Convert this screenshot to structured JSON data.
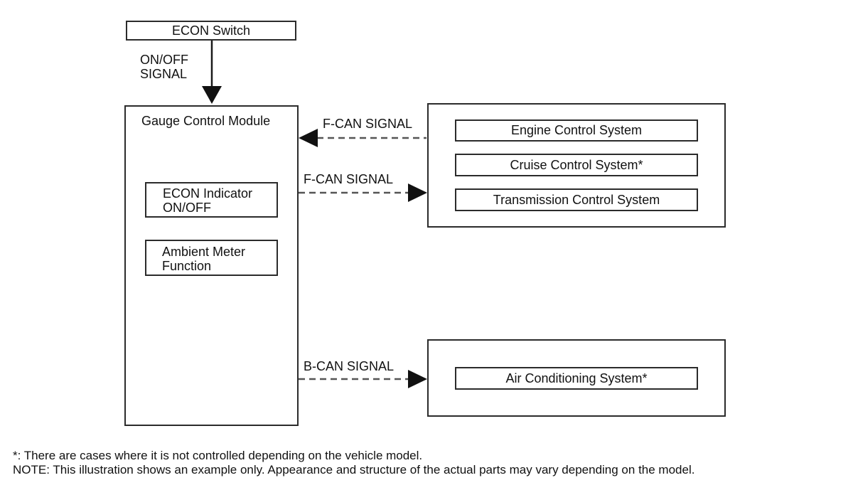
{
  "econ_switch": {
    "label": "ECON Switch"
  },
  "switch_signal": {
    "line1": "ON/OFF",
    "line2": "SIGNAL"
  },
  "gauge_module": {
    "title": "Gauge Control Module",
    "econ_indicator": {
      "line1": "ECON Indicator",
      "line2": "ON/OFF"
    },
    "ambient_meter": {
      "line1": "Ambient Meter",
      "line2": "Function"
    }
  },
  "signals": {
    "fcan_in": "F-CAN SIGNAL",
    "fcan_out": "F-CAN SIGNAL",
    "bcan_out": "B-CAN SIGNAL"
  },
  "fcan_systems": {
    "engine": "Engine Control System",
    "cruise": "Cruise Control System*",
    "transmission": "Transmission Control System"
  },
  "bcan_systems": {
    "air_conditioning": "Air Conditioning System*"
  },
  "notes": {
    "asterisk": "*: There are cases where it is not controlled depending on the vehicle model.",
    "note": "NOTE: This illustration shows an example only. Appearance and structure of the actual parts may vary depending on the model."
  },
  "colors": {
    "line": "#2b2b2b",
    "dashed": "#555555",
    "text": "#111111"
  }
}
